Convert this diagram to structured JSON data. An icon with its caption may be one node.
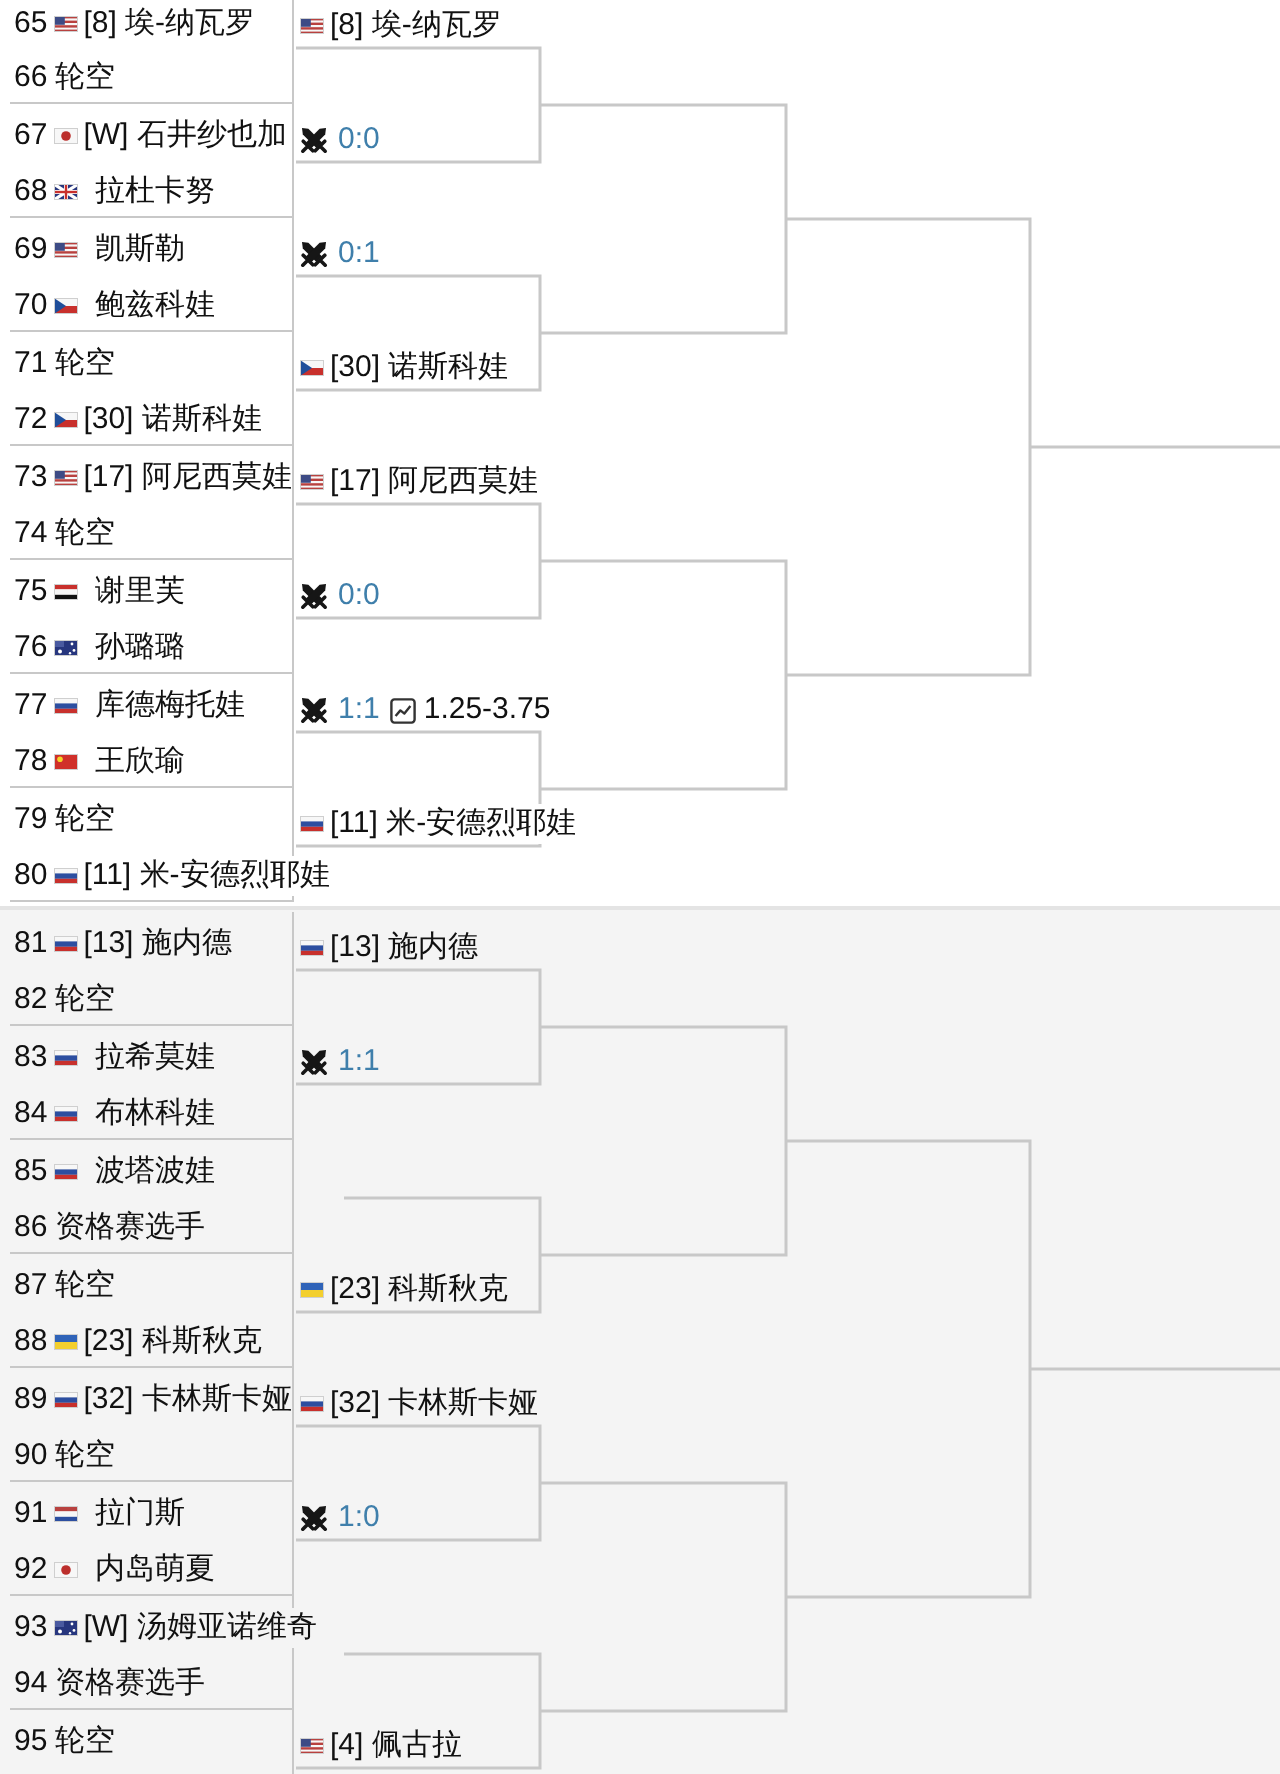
{
  "diagram": {
    "nodes": [
      {
        "text": [
          "65",
          "[8] 埃-纳瓦罗",
          "66",
          "轮空"
        ]
      },
      {
        "text": [
          "67",
          "[W] 石井纱也加",
          "68",
          "拉杜卡努"
        ]
      },
      {
        "text": [
          "69",
          "凯斯勒",
          "70",
          "鲍兹科娃"
        ]
      },
      {
        "text": [
          "71",
          "轮空",
          "72",
          "[30] 诺斯科娃"
        ]
      },
      {
        "text": [
          "73",
          "[17] 阿尼西莫娃",
          "74",
          "轮空"
        ]
      },
      {
        "text": [
          "75",
          "谢里芙",
          "76",
          "孙璐璐"
        ]
      },
      {
        "text": [
          "77",
          "库德梅托娃",
          "78",
          "王欣瑜"
        ]
      },
      {
        "text": [
          "79",
          "轮空",
          "80",
          "[11] 米-安德烈耶娃"
        ]
      },
      {
        "text": [
          "81",
          "[13] 施内德",
          "82",
          "轮空"
        ]
      },
      {
        "text": [
          "83",
          "拉希莫娃",
          "84",
          "布林科娃"
        ]
      },
      {
        "text": [
          "85",
          "波塔波娃",
          "86",
          "资格赛选手"
        ]
      },
      {
        "text": [
          "87",
          "轮空",
          "88",
          "[23] 科斯秋克"
        ]
      },
      {
        "text": [
          "89",
          "[32] 卡林斯卡娅",
          "90",
          "轮空"
        ]
      },
      {
        "text": [
          "91",
          "拉门斯",
          "92",
          "内岛萌夏"
        ]
      },
      {
        "text": [
          "93",
          "[W] 汤姆亚诺维奇",
          "94",
          "资格赛选手"
        ]
      },
      {
        "text": [
          "95",
          "轮空"
        ]
      },
      {
        "text": [
          "[8] 埃-纳瓦罗"
        ]
      },
      {
        "text": [
          "0:0"
        ]
      },
      {
        "text": [
          "0:1"
        ]
      },
      {
        "text": [
          "[30] 诺斯科娃"
        ]
      },
      {
        "text": [
          "[17] 阿尼西莫娃"
        ]
      },
      {
        "text": [
          "0:0"
        ]
      },
      {
        "text": [
          "1:1",
          "1.25-3.75"
        ]
      },
      {
        "text": [
          "[11] 米-安德烈耶娃"
        ]
      },
      {
        "text": [
          "[13] 施内德"
        ]
      },
      {
        "text": [
          "1:1"
        ]
      },
      {
        "text": [
          "[23] 科斯秋克"
        ]
      },
      {
        "text": [
          "[32] 卡林斯卡娅"
        ]
      },
      {
        "text": [
          "1:0"
        ]
      },
      {
        "text": [
          "[4] 佩古拉"
        ]
      }
    ],
    "edges": [
      {
        "from": 16,
        "to": 17,
        "arrow": "none"
      },
      {
        "from": 18,
        "to": 19,
        "arrow": "none"
      },
      {
        "from": 20,
        "to": 21,
        "arrow": "none"
      },
      {
        "from": 22,
        "to": 23,
        "arrow": "none"
      },
      {
        "from": 24,
        "to": 25,
        "arrow": "none"
      },
      {
        "from": null,
        "to": 26,
        "arrow": "none"
      },
      {
        "from": 27,
        "to": 28,
        "arrow": "none"
      },
      {
        "from": null,
        "to": 29,
        "arrow": "none"
      }
    ]
  }
}
